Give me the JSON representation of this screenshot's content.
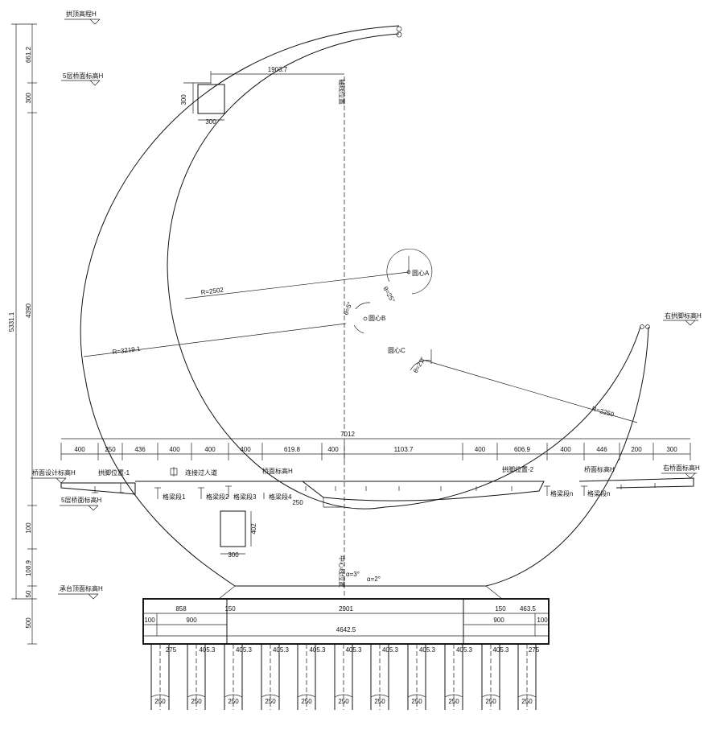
{
  "elevations": {
    "top": "拱顶高程H",
    "upper_deck": "5层桥面标高H",
    "right_top": "右拱脚标高H",
    "left_bridge": "桥面设计标高H",
    "right_bridge": "右桥面标高H",
    "left_low": "5层桥面标高H",
    "foundation": "承台顶面标高H"
  },
  "vertical_dims": [
    "661.2",
    "300",
    "5331.1",
    "4390",
    "100",
    "108.9",
    "50",
    "500"
  ],
  "dims": {
    "square_top_w": "300",
    "square_top_h": "300",
    "square_low_w": "300",
    "square_low_h": "402",
    "top_span": "1903.7",
    "center_label": "轴线位置",
    "lower_center_label": "中心线位置",
    "offset_250": "250",
    "radius_outer": "R=3219.1",
    "radius_inner": "R=2502",
    "radius_small": "R=2250",
    "circle_a": "圆心A",
    "circle_b": "圆心B",
    "circle_c": "圆心C",
    "angle_a": "θ=25°",
    "angle_b": "θ=5°",
    "angle_c": "θ=21°",
    "angle_d": "α=3°",
    "angle_e": "α=2°",
    "overall": "7012"
  },
  "span_dims": [
    "400",
    "250",
    "436",
    "400",
    "400",
    "400",
    "619.8",
    "400",
    "1103.7",
    "400",
    "606.9",
    "400",
    "446",
    "200",
    "300"
  ],
  "bridge_labels": {
    "left_arch": "拱脚位置-1",
    "center_a": "连接过人道",
    "seg1": "格梁段1",
    "seg2": "格梁段2",
    "seg3": "格梁段3",
    "seg4": "格梁段4",
    "deck": "桥面标高H",
    "right_arch": "拱脚位置-2",
    "right_seg": "格梁段n",
    "right_seg2": "格梁段n",
    "right_deck": "桥面标高H"
  },
  "cap": {
    "left_half": "858",
    "left_a": "150",
    "left_900": "900",
    "left_100": "100",
    "center": "2901",
    "total": "4642.5",
    "right_a": "150",
    "right_half": "463.5",
    "right_900": "900",
    "right_100": "100"
  },
  "pile_spacing": [
    "275",
    "405.3",
    "405.3",
    "405.3",
    "405.3",
    "405.3",
    "405.3",
    "405.3",
    "405.3",
    "405.3",
    "275"
  ],
  "pile_diam": [
    "250",
    "250",
    "250",
    "250",
    "250",
    "250",
    "250",
    "250",
    "250",
    "250",
    "250"
  ]
}
